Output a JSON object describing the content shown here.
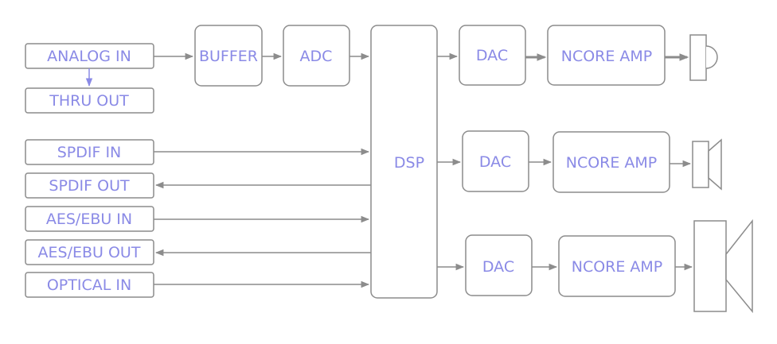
{
  "inputs": {
    "analog_in": "ANALOG IN",
    "thru_out": "THRU OUT",
    "spdif_in": "SPDIF IN",
    "spdif_out": "SPDIF OUT",
    "aes_ebu_in": "AES/EBU IN",
    "aes_ebu_out": "AES/EBU OUT",
    "optical_in": "OPTICAL IN"
  },
  "chain": {
    "buffer": "BUFFER",
    "adc": "ADC",
    "dsp": "DSP"
  },
  "outputs": [
    {
      "dac": "DAC",
      "amp": "NCORE AMP",
      "driver": "tweeter"
    },
    {
      "dac": "DAC",
      "amp": "NCORE AMP",
      "driver": "midrange"
    },
    {
      "dac": "DAC",
      "amp": "NCORE AMP",
      "driver": "woofer"
    }
  ],
  "colors": {
    "label": "#8a8ae6",
    "stroke": "#8c8c8c"
  }
}
